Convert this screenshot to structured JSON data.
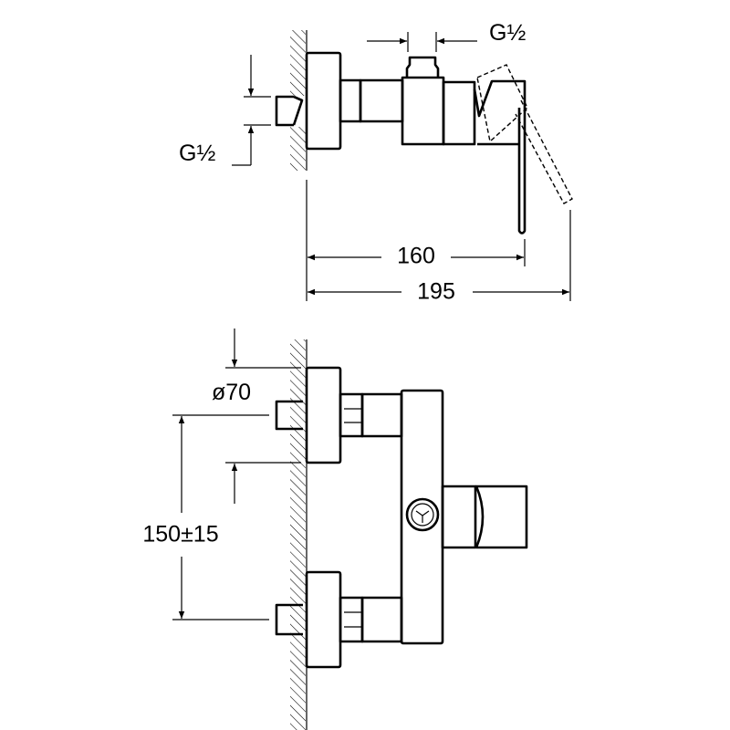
{
  "top_view": {
    "dimensions": {
      "inlet_thread_top": "G½",
      "inlet_thread_side": "G½",
      "lever_depth": "160",
      "overall_depth": "195"
    }
  },
  "front_view": {
    "dimensions": {
      "flange_diameter": "ø70",
      "inlet_centres": "150±15"
    }
  },
  "colors": {
    "line": "#000000",
    "background": "#ffffff"
  }
}
